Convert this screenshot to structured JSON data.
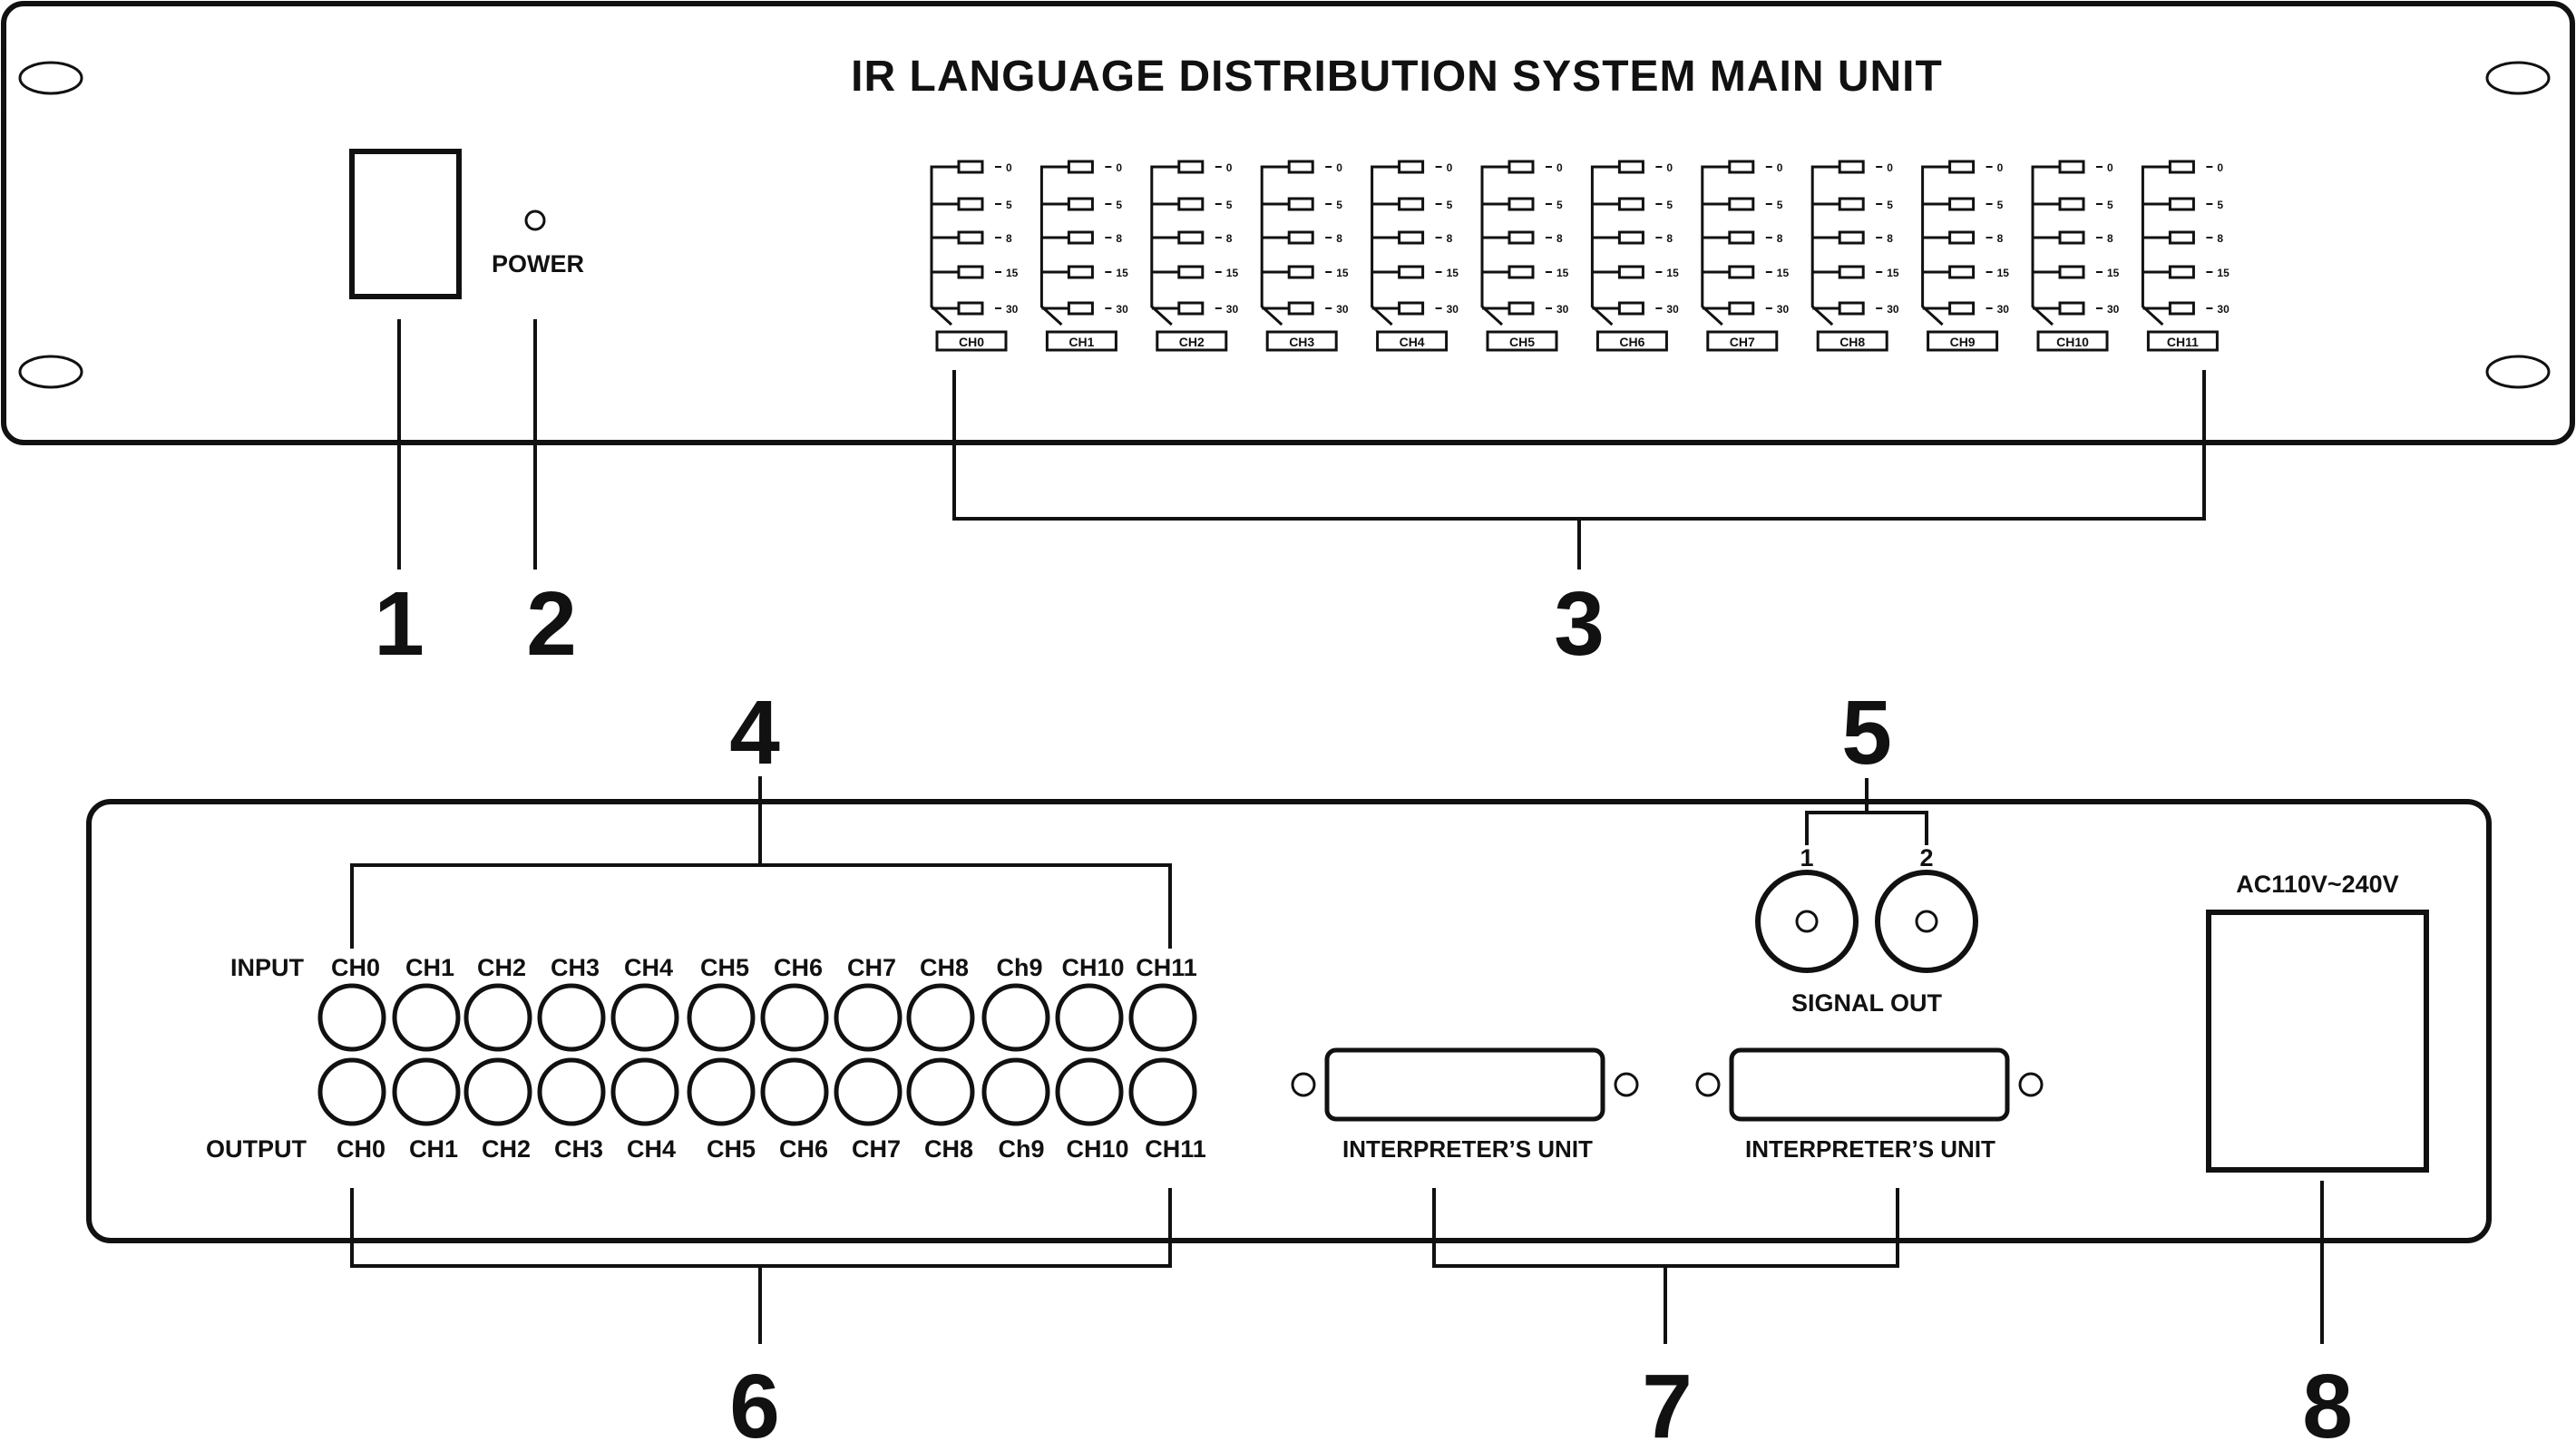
{
  "front_panel": {
    "title": "IR LANGUAGE DISTRIBUTION SYSTEM MAIN UNIT",
    "power_label": "POWER",
    "level_marks": [
      "0",
      "5",
      "8",
      "15",
      "30"
    ],
    "channels": [
      "CH0",
      "CH1",
      "CH2",
      "CH3",
      "CH4",
      "CH5",
      "CH6",
      "CH7",
      "CH8",
      "CH9",
      "CH10",
      "CH11"
    ]
  },
  "rear_panel": {
    "input_label": "INPUT",
    "output_label": "OUTPUT",
    "input_channels": [
      "CH0",
      "CH1",
      "CH2",
      "CH3",
      "CH4",
      "CH5",
      "CH6",
      "CH7",
      "CH8",
      "Ch9",
      "CH10",
      "CH11"
    ],
    "output_channels": [
      "CH0",
      "CH1",
      "CH2",
      "CH3",
      "CH4",
      "CH5",
      "CH6",
      "CH7",
      "CH8",
      "Ch9",
      "CH10",
      "CH11"
    ],
    "signal_out_label": "SIGNAL OUT",
    "signal_out_ports": [
      "1",
      "2"
    ],
    "interpreter_labels": [
      "INTERPRETER’S UNIT",
      "INTERPRETER’S UNIT"
    ],
    "power_input_label": "AC110V~240V"
  },
  "callouts": [
    "1",
    "2",
    "3",
    "4",
    "5",
    "6",
    "7",
    "8"
  ],
  "colors": {
    "line": "#111111",
    "background": "#ffffff"
  }
}
